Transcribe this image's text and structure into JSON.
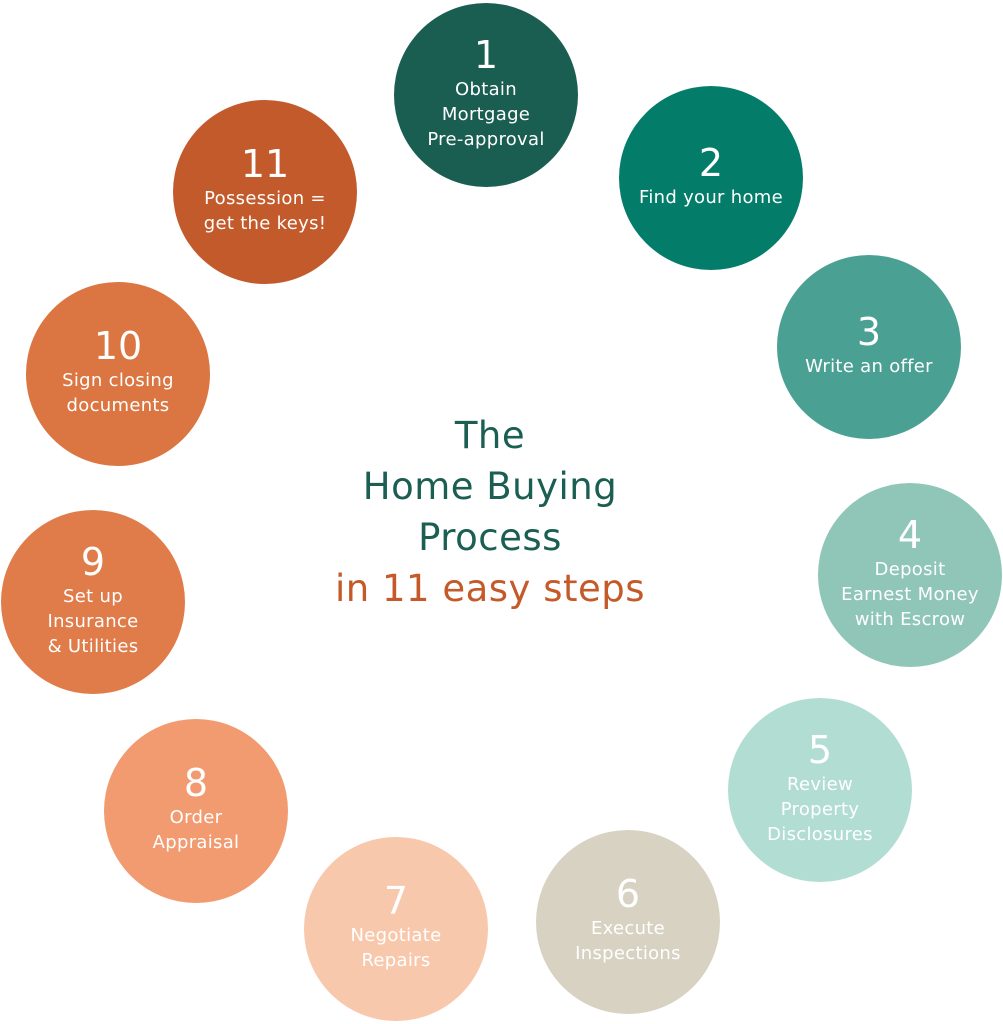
{
  "title": {
    "line1": "The",
    "line2": "Home Buying",
    "line3": "Process",
    "line4": "in 11 easy steps"
  },
  "colors": {
    "title_primary": "#1b5e52",
    "title_accent": "#c45a2a"
  },
  "steps": [
    {
      "number": "1",
      "label": "Obtain\nMortgage\nPre-approval",
      "color": "#1a5e52",
      "text_color": "#ffffff"
    },
    {
      "number": "2",
      "label": "Find your home",
      "color": "#037d6a",
      "text_color": "#ffffff"
    },
    {
      "number": "3",
      "label": "Write an offer",
      "color": "#4aa193",
      "text_color": "#ffffff"
    },
    {
      "number": "4",
      "label": "Deposit\nEarnest Money\nwith Escrow",
      "color": "#8fc6b8",
      "text_color": "#ffffff"
    },
    {
      "number": "5",
      "label": "Review\nProperty\nDisclosures",
      "color": "#b2ddd3",
      "text_color": "#ffffff"
    },
    {
      "number": "6",
      "label": "Execute\nInspections",
      "color": "#d7d2c2",
      "text_color": "#ffffff"
    },
    {
      "number": "7",
      "label": "Negotiate\nRepairs",
      "color": "#f8c8ad",
      "text_color": "#ffffff"
    },
    {
      "number": "8",
      "label": "Order\nAppraisal",
      "color": "#f29a70",
      "text_color": "#ffffff"
    },
    {
      "number": "9",
      "label": "Set up\nInsurance\n& Utilities",
      "color": "#e07b4a",
      "text_color": "#ffffff"
    },
    {
      "number": "10",
      "label": "Sign closing\ndocuments",
      "color": "#db7642",
      "text_color": "#ffffff"
    },
    {
      "number": "11",
      "label": "Possession =\nget the keys!",
      "color": "#c35a2b",
      "text_color": "#ffffff"
    }
  ]
}
